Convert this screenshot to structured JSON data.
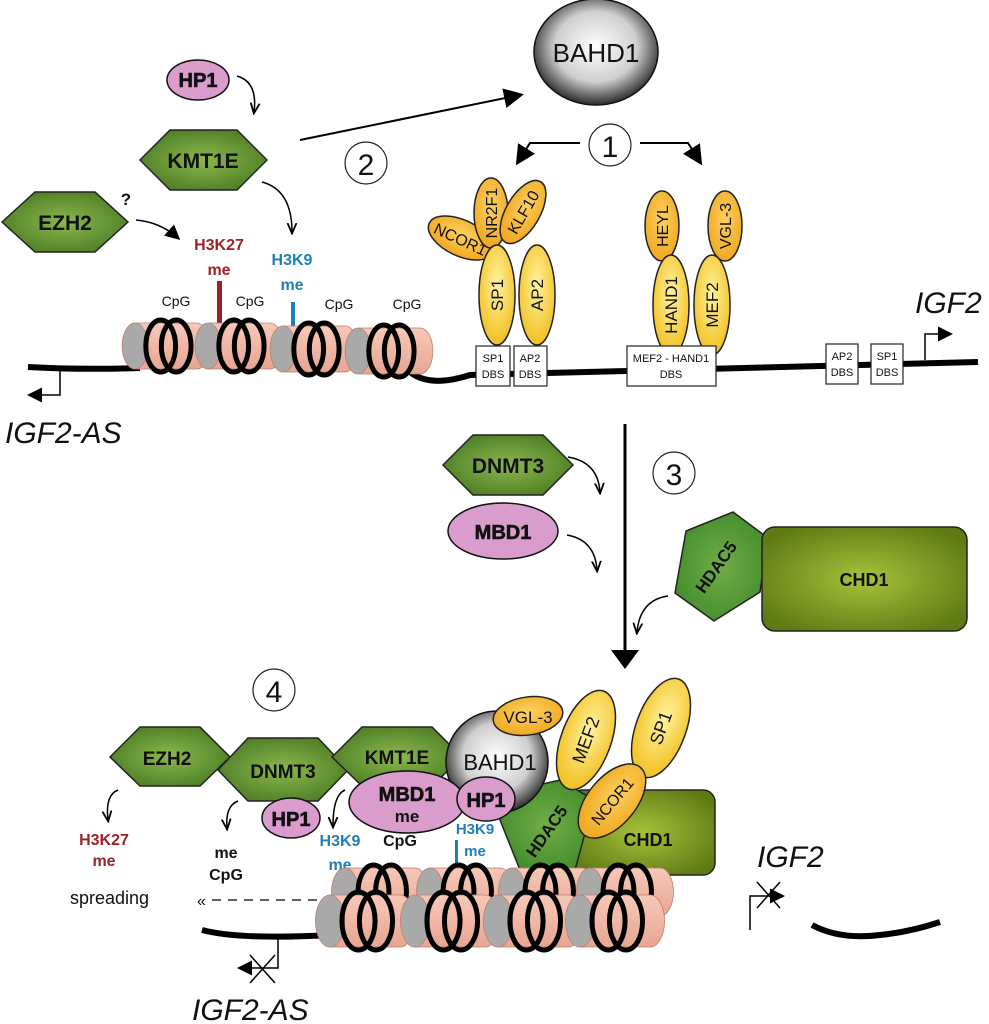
{
  "steps": [
    "1",
    "2",
    "3",
    "4"
  ],
  "colors": {
    "h3k27": "#9b2226",
    "h3k9": "#1f7fb8",
    "hexagon_green": "#5a8a2e",
    "hp1_pink": "#d99ccc",
    "tf_yellow": "#f5c62a",
    "chd1_olive": "#6e8f1a",
    "nucleosome": "#f2b8a6"
  },
  "top": {
    "bahd1": "BAHD1",
    "hp1": "HP1",
    "kmt1e": "KMT1E",
    "ezh2": "EZH2",
    "question": "?",
    "h3k27": "H3K27",
    "h3k27_me": "me",
    "h3k9": "H3K9",
    "h3k9_me": "me",
    "cpg": [
      "CpG",
      "CpG",
      "CpG",
      "CpG"
    ],
    "igf2_as": "IGF2-AS",
    "igf2": "IGF2",
    "tf_left": {
      "ncor1": "NCOR1",
      "nr2f1": "NR2F1",
      "klf10": "KLF10",
      "sp1": "SP1",
      "ap2": "AP2"
    },
    "tf_right": {
      "heyl": "HEYL",
      "vgl3": "VGL-3",
      "hand1": "HAND1",
      "mef2": "MEF2"
    },
    "dbs_boxes": [
      {
        "line1": "SP1",
        "line2": "DBS"
      },
      {
        "line1": "AP2",
        "line2": "DBS"
      },
      {
        "line1": "MEF2 - HAND1",
        "line2": "DBS"
      },
      {
        "line1": "AP2",
        "line2": "DBS"
      },
      {
        "line1": "SP1",
        "line2": "DBS"
      }
    ]
  },
  "middle": {
    "dnmt3": "DNMT3",
    "mbd1": "MBD1",
    "hdac5": "HDAC5",
    "chd1": "CHD1"
  },
  "bottom": {
    "ezh2": "EZH2",
    "dnmt3": "DNMT3",
    "kmt1e": "KMT1E",
    "bahd1": "BAHD1",
    "vgl3": "VGL-3",
    "mef2": "MEF2",
    "sp1": "SP1",
    "mbd1": "MBD1",
    "mbd1_me": "me",
    "hp1_left": "HP1",
    "hp1_right": "HP1",
    "hdac5": "HDAC5",
    "ncor1": "NCOR1",
    "chd1": "CHD1",
    "h3k27": "H3K27",
    "h3k27_me": "me",
    "me_cpg_me": "me",
    "me_cpg_cpg": "CpG",
    "h3k9_left": "H3K9",
    "h3k9_left_me": "me",
    "cpg_center": "CpG",
    "h3k9_right": "H3K9",
    "h3k9_right_me": "me",
    "spreading": "spreading",
    "igf2": "IGF2",
    "igf2_as": "IGF2-AS"
  }
}
